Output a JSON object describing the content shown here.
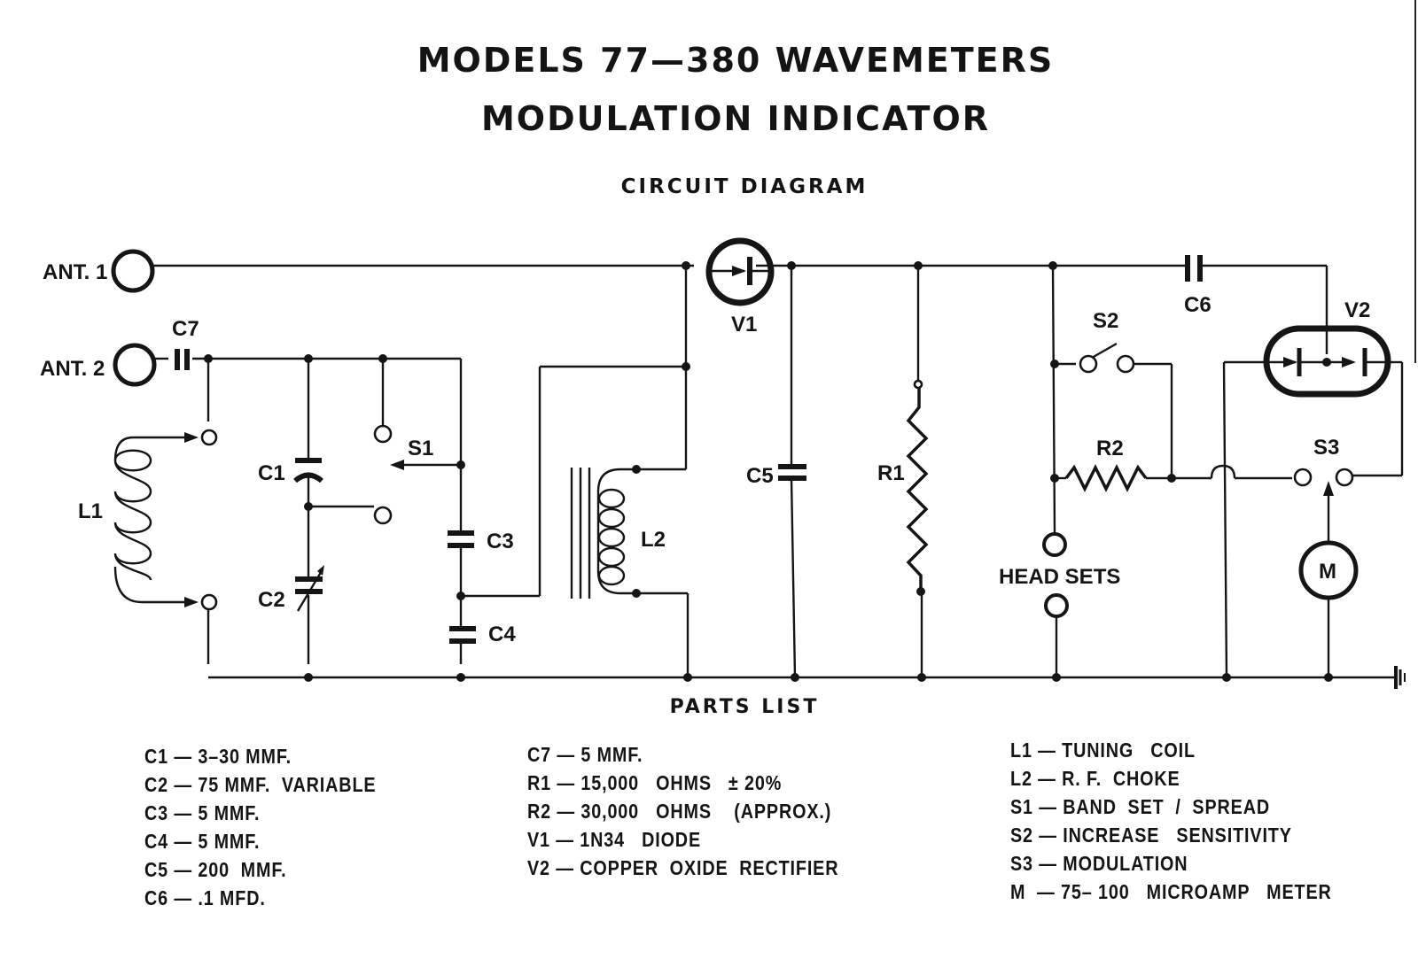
{
  "header": {
    "title_line1": "MODELS 77—380 WAVEMETERS",
    "title_line2": "MODULATION   INDICATOR",
    "subtitle": "CIRCUIT  DIAGRAM"
  },
  "schematic": {
    "labels": {
      "ant1": "ANT. 1",
      "ant2": "ANT. 2",
      "c7": "C7",
      "l1": "L1",
      "c1": "C1",
      "c2": "C2",
      "s1": "S1",
      "c3": "C3",
      "c4": "C4",
      "l2": "L2",
      "v1": "V1",
      "c5": "C5",
      "r1": "R1",
      "s2": "S2",
      "r2": "R2",
      "head_sets": "HEAD  SETS",
      "c6": "C6",
      "v2": "V2",
      "s3": "S3",
      "meter": "M"
    }
  },
  "parts_list": {
    "title": "PARTS  LIST",
    "columns": [
      [
        {
          "ref": "C1",
          "desc": "3–30 MMF."
        },
        {
          "ref": "C2",
          "desc": "75 MMF.  VARIABLE"
        },
        {
          "ref": "C3",
          "desc": "5 MMF."
        },
        {
          "ref": "C4",
          "desc": "5 MMF."
        },
        {
          "ref": "C5",
          "desc": "200  MMF."
        },
        {
          "ref": "C6",
          "desc": ".1 MFD."
        }
      ],
      [
        {
          "ref": "C7",
          "desc": "5 MMF."
        },
        {
          "ref": "R1",
          "desc": "15,000   OHMS   ± 20%"
        },
        {
          "ref": "R2",
          "desc": "30,000   OHMS    (APPROX.)"
        },
        {
          "ref": "V1",
          "desc": "1N34   DIODE"
        },
        {
          "ref": "V2",
          "desc": "COPPER  OXIDE  RECTIFIER"
        }
      ],
      [
        {
          "ref": "L1",
          "desc": "TUNING   COIL"
        },
        {
          "ref": "L2",
          "desc": "R. F.  CHOKE"
        },
        {
          "ref": "S1",
          "desc": "BAND  SET  /  SPREAD"
        },
        {
          "ref": "S2",
          "desc": "INCREASE   SENSITIVITY"
        },
        {
          "ref": "S3",
          "desc": "MODULATION"
        },
        {
          "ref": "M ",
          "desc": "75– 100   MICROAMP   METER"
        }
      ]
    ],
    "separator": "—"
  }
}
